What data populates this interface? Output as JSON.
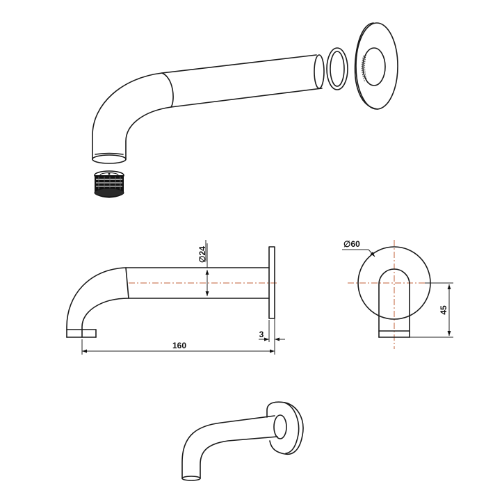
{
  "dimensions": {
    "length": "160",
    "tube_diameter": "24",
    "plate_thickness": "3",
    "plate_diameter": "60",
    "outlet_height": "45",
    "diameter_symbol": "∅"
  },
  "colors": {
    "line": "#1a1a1a",
    "centerline": "#c0623a",
    "background": "#ffffff"
  }
}
